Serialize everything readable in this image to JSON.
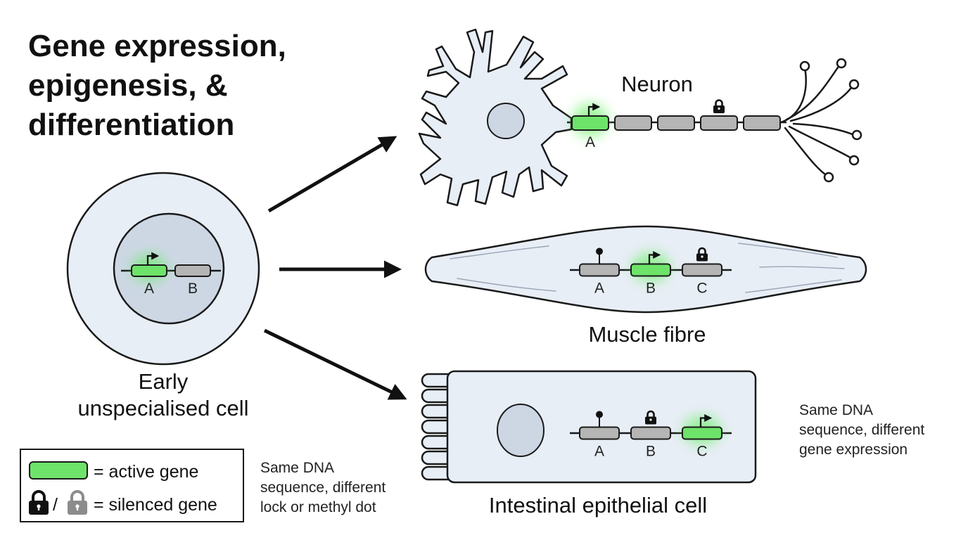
{
  "title": {
    "lines": [
      "Gene expression,",
      "epigenesis, &",
      "differentiation"
    ]
  },
  "early_cell": {
    "label_lines": [
      "Early",
      "unspecialised cell"
    ],
    "genes": [
      {
        "letter": "A",
        "state": "active"
      },
      {
        "letter": "B",
        "state": "inactive"
      }
    ]
  },
  "neuron": {
    "label": "Neuron",
    "genes": [
      {
        "letter": "A",
        "state": "active"
      },
      {
        "letter": "",
        "state": "inactive"
      },
      {
        "letter": "",
        "state": "inactive"
      },
      {
        "letter": "",
        "state": "locked"
      },
      {
        "letter": "",
        "state": "inactive"
      }
    ]
  },
  "muscle": {
    "label": "Muscle fibre",
    "genes": [
      {
        "letter": "A",
        "state": "methylated"
      },
      {
        "letter": "B",
        "state": "active"
      },
      {
        "letter": "C",
        "state": "locked"
      }
    ]
  },
  "intestinal": {
    "label": "Intestinal epithelial cell",
    "genes": [
      {
        "letter": "A",
        "state": "methylated"
      },
      {
        "letter": "B",
        "state": "locked"
      },
      {
        "letter": "C",
        "state": "active"
      }
    ]
  },
  "notes": {
    "right": [
      "Same DNA",
      "sequence, different",
      "gene expression"
    ],
    "bottom": [
      "Same DNA",
      "sequence, different",
      "lock or methyl dot"
    ]
  },
  "legend": {
    "active_text": "= active gene",
    "silenced_text": "= silenced gene",
    "separator": "/"
  },
  "colors": {
    "active_gene": "#6ee36a",
    "active_glow": "#4ff04a",
    "inactive_gene": "#b5b5b5",
    "cell_fill": "#e8eef6",
    "nucleus_fill": "#cdd7e4",
    "outline": "#1a1a1a"
  },
  "icons": {
    "promoter": "promoter-arrow-icon",
    "lock": "lock-icon",
    "methyl": "methyl-dot-icon"
  }
}
